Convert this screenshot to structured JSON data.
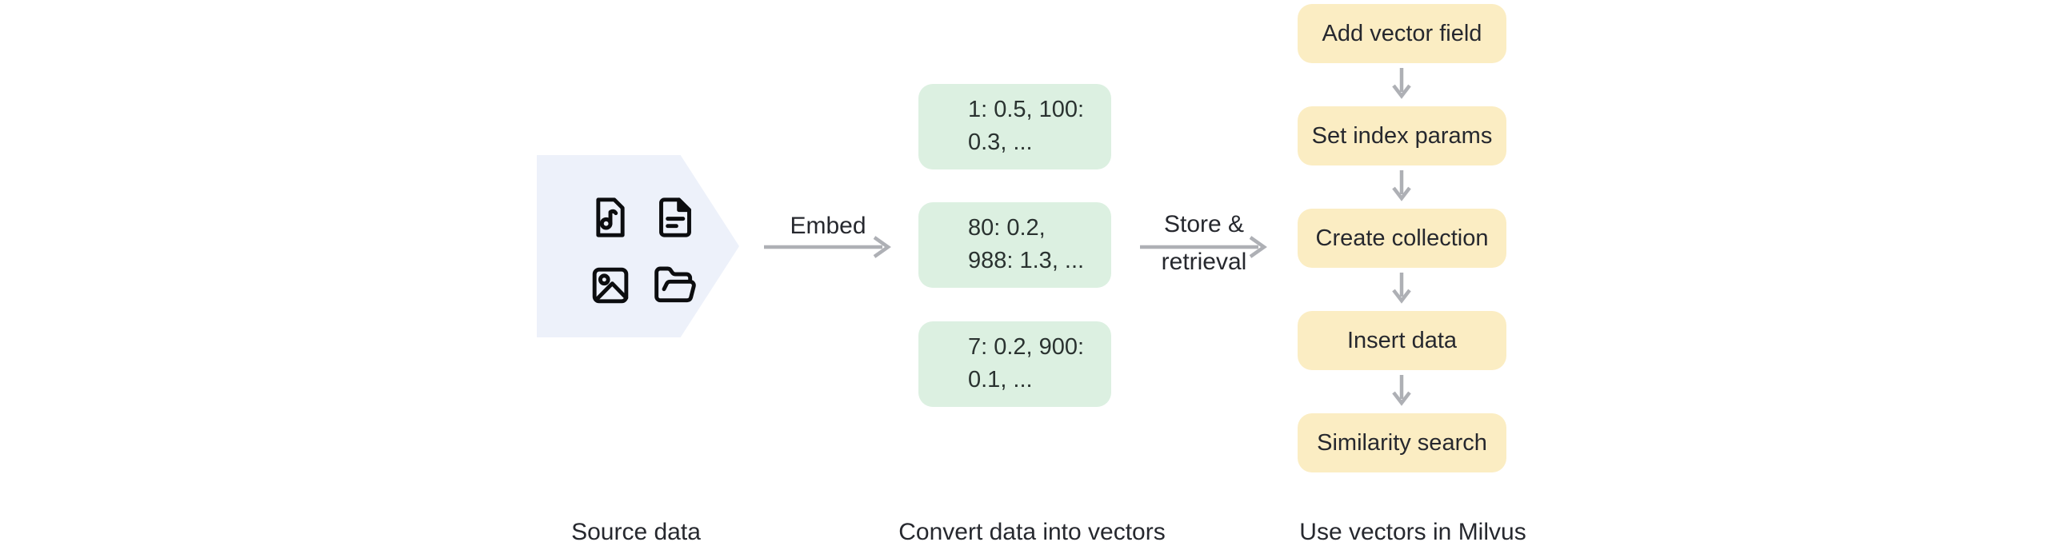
{
  "colors": {
    "background": "#ffffff",
    "source_shape": "#edf1fa",
    "vector_box": "#dcf0e1",
    "step_box": "#fbedc3",
    "arrow": "#aeb0b5",
    "text": "#26282e",
    "icon": "#0c0d0f"
  },
  "source": {
    "caption": "Source data",
    "icons": [
      "music-file-icon",
      "text-file-icon",
      "image-file-icon",
      "folder-icon"
    ]
  },
  "embed_arrow": {
    "label": "Embed"
  },
  "vectors": {
    "caption": "Convert data into vectors",
    "boxes": [
      {
        "line1": "1: 0.5, 100:",
        "line2": "0.3, ..."
      },
      {
        "line1": "80: 0.2,",
        "line2": "988: 1.3, ..."
      },
      {
        "line1": "7: 0.2, 900:",
        "line2": "0.1, ..."
      }
    ]
  },
  "store_arrow": {
    "line1": "Store &",
    "line2": "retrieval"
  },
  "milvus": {
    "caption": "Use vectors in Milvus",
    "steps": [
      "Add vector field",
      "Set index params",
      "Create collection",
      "Insert data",
      "Similarity search"
    ]
  }
}
